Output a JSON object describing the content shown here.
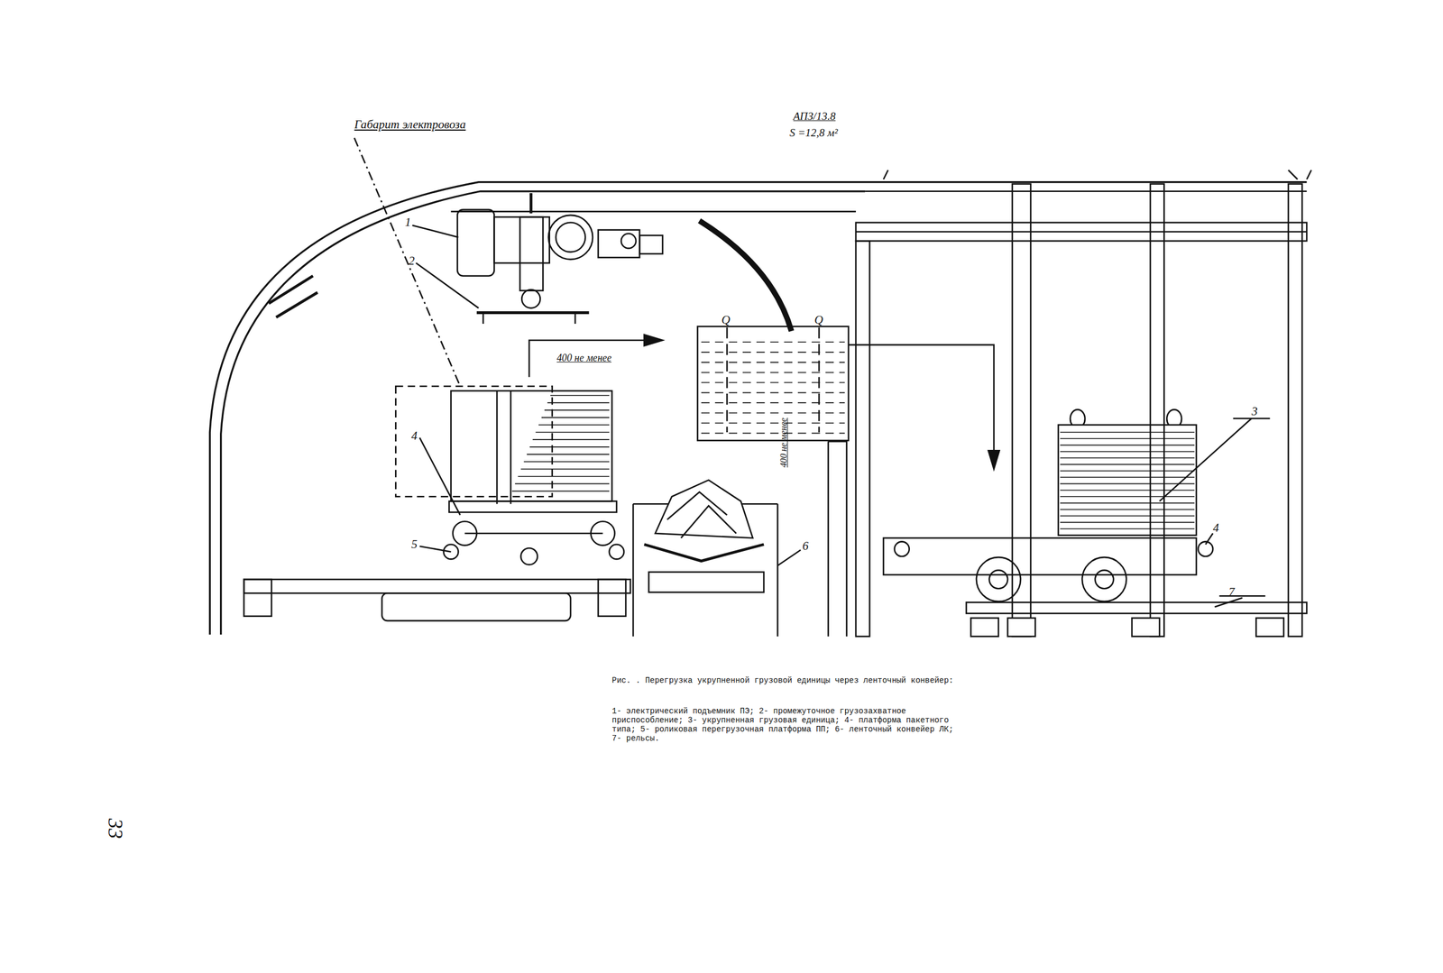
{
  "diagram": {
    "caption": "Рис. . Перегрузка укрупненной грузовой единицы через ленточный конвейер:",
    "labels": [
      "Габарит электровоза",
      "АПЗ/13.8",
      "S =12,8 м²",
      "1",
      "2",
      "400 не менее",
      "Q",
      "Q",
      "400 не менее",
      "4",
      "5",
      "6",
      "3",
      "4",
      "7",
      "1- электрический подъемник ПЭ; 2- промежуточное грузозахватное приспособление; 3- укрупненная грузовая единица; 4- платформа пакетного типа; 5- роликовая перегрузочная платформа ПП; 6- ленточный конвейер ЛК; 7- рельсы.",
      "33"
    ]
  }
}
